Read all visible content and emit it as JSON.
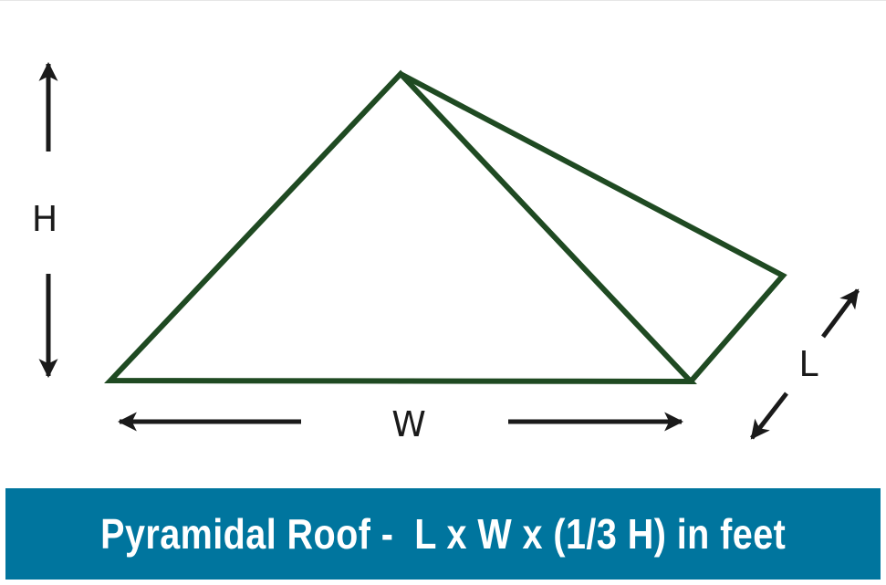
{
  "diagram": {
    "labels": {
      "height": "H",
      "width": "W",
      "length": "L"
    },
    "colors": {
      "roof_outline": "#1f4a22",
      "arrows": "#1a1a1a",
      "banner_bg": "#00759e",
      "banner_text": "#ffffff"
    }
  },
  "banner": {
    "text": "Pyramidal Roof -  L x W x (1/3 H) in feet"
  }
}
